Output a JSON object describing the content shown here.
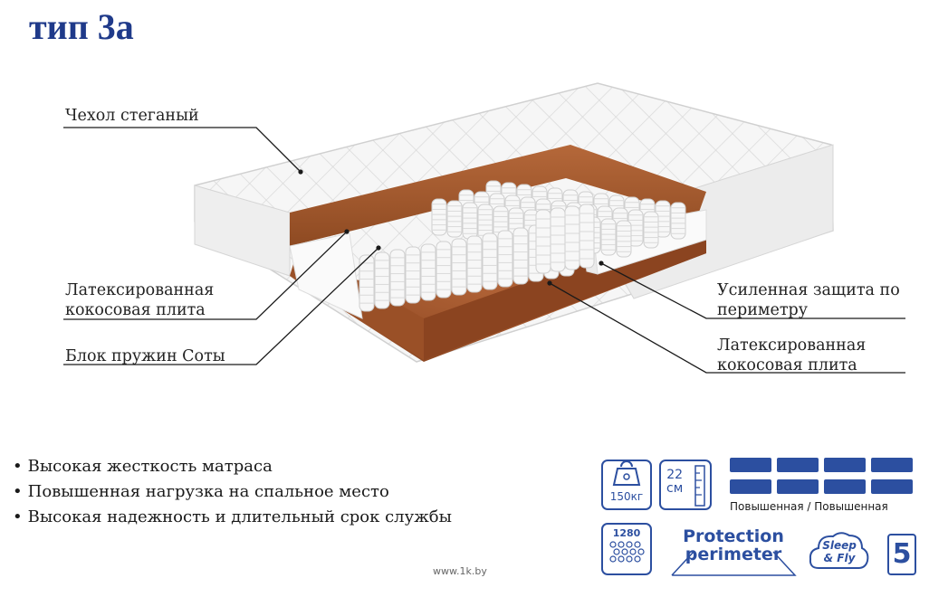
{
  "title": "тип 3а",
  "callouts": {
    "cover": "Чехол стеганый",
    "latex_coir_left_line1": "Латексированная",
    "latex_coir_left_line2": "кокосовая плита",
    "spring_block": "Блок пружин Соты",
    "perimeter_line1": "Усиленная защита по",
    "perimeter_line2": "периметру",
    "latex_coir_right_line1": "Латексированная",
    "latex_coir_right_line2": "кокосовая плита"
  },
  "features": [
    "Высокая жесткость матраса",
    "Повышенная нагрузка на спальное место",
    "Высокая надежность и длительный срок службы"
  ],
  "badges": {
    "weight": "150кг",
    "height_value": "22",
    "height_unit": "см",
    "springs": "1280",
    "protection_line1": "Protection",
    "protection_line2": "perimeter",
    "sleep_line1": "Sleep",
    "sleep_line2": "& Fly",
    "warranty_years": "5"
  },
  "firmness": {
    "label": "Повышенная / Повышенная",
    "levels_side_a": 4,
    "levels_side_b": 4,
    "color": "#2c4fa0"
  },
  "footer": "www.1k.by",
  "colors": {
    "title": "#1f3a8a",
    "badge": "#2c4fa0",
    "coir": "#a25a2c"
  }
}
